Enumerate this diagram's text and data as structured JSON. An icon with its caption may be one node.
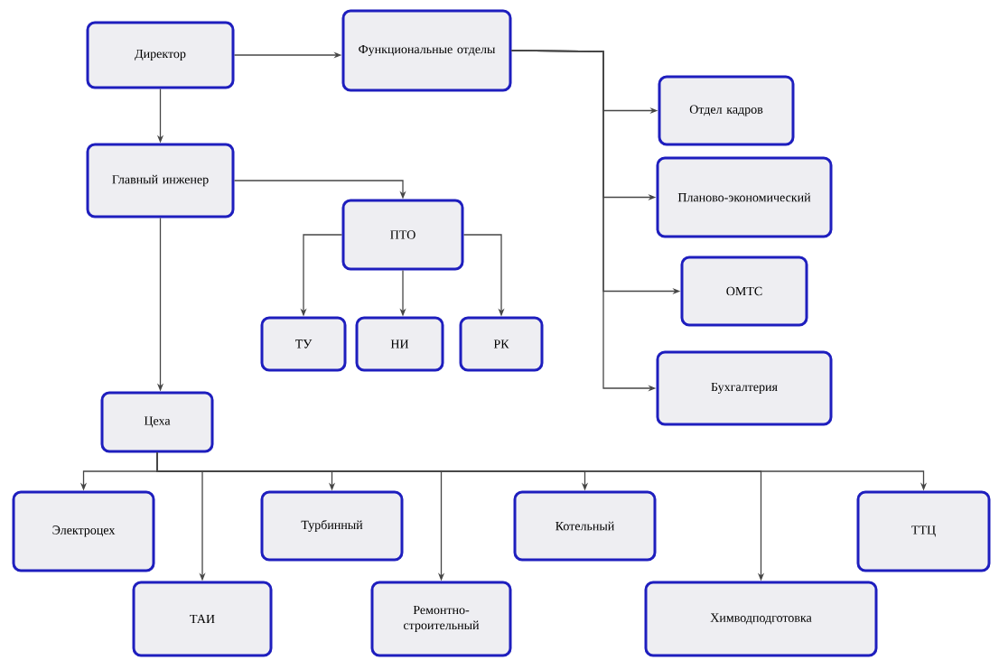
{
  "diagram": {
    "nodes": [
      {
        "text": [
          "Директор"
        ]
      },
      {
        "text": [
          "Функциональные отделы"
        ]
      },
      {
        "text": [
          "Отдел кадров"
        ]
      },
      {
        "text": [
          "Планово-экономический"
        ]
      },
      {
        "text": [
          "ОМТС"
        ]
      },
      {
        "text": [
          "Бухгалтерия"
        ]
      },
      {
        "text": [
          "Главный инженер"
        ]
      },
      {
        "text": [
          "ПТО"
        ]
      },
      {
        "text": [
          "ТУ"
        ]
      },
      {
        "text": [
          "НИ"
        ]
      },
      {
        "text": [
          "РК"
        ]
      },
      {
        "text": [
          "Цеха"
        ]
      },
      {
        "text": [
          "Электроцех"
        ]
      },
      {
        "text": [
          "ТАИ"
        ]
      },
      {
        "text": [
          "Турбинный"
        ]
      },
      {
        "text": [
          "Ремонтно-строительный"
        ]
      },
      {
        "text": [
          "Котельный"
        ]
      },
      {
        "text": [
          "Химводподготовка"
        ]
      },
      {
        "text": [
          "ТТЦ"
        ]
      }
    ],
    "edges": [
      {
        "from": 0,
        "to": 1,
        "arrow": "to"
      },
      {
        "from": 0,
        "to": 6,
        "arrow": "to"
      },
      {
        "from": 1,
        "to": 2,
        "arrow": "to"
      },
      {
        "from": 1,
        "to": 3,
        "arrow": "to"
      },
      {
        "from": 1,
        "to": 4,
        "arrow": "to"
      },
      {
        "from": 1,
        "to": 5,
        "arrow": "to"
      },
      {
        "from": 6,
        "to": 7,
        "arrow": "to"
      },
      {
        "from": 7,
        "to": 8,
        "arrow": "to"
      },
      {
        "from": 7,
        "to": 9,
        "arrow": "to"
      },
      {
        "from": 7,
        "to": 10,
        "arrow": "to"
      },
      {
        "from": 6,
        "to": 11,
        "arrow": "to"
      },
      {
        "from": 11,
        "to": 12,
        "arrow": "to"
      },
      {
        "from": 11,
        "to": 13,
        "arrow": "to"
      },
      {
        "from": 11,
        "to": 14,
        "arrow": "to"
      },
      {
        "from": 11,
        "to": 15,
        "arrow": "to"
      },
      {
        "from": 11,
        "to": 16,
        "arrow": "to"
      },
      {
        "from": 11,
        "to": 17,
        "arrow": "to"
      },
      {
        "from": 11,
        "to": 18,
        "arrow": "to"
      }
    ]
  }
}
